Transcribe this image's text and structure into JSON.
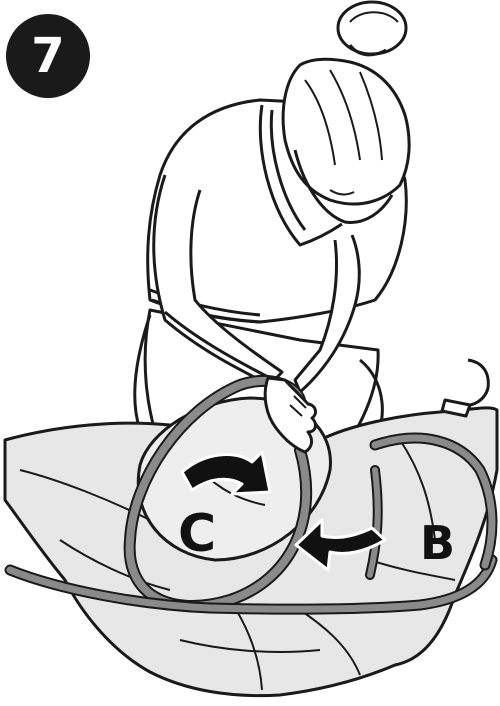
{
  "step": {
    "number": "7"
  },
  "labels": {
    "c": "C",
    "b": "B"
  },
  "colors": {
    "outline": "#1a1a1a",
    "fabric": "#e7e7e7",
    "ring": "#8a8a8a",
    "arrow": "#111111",
    "badge": "#1a1a1a"
  }
}
